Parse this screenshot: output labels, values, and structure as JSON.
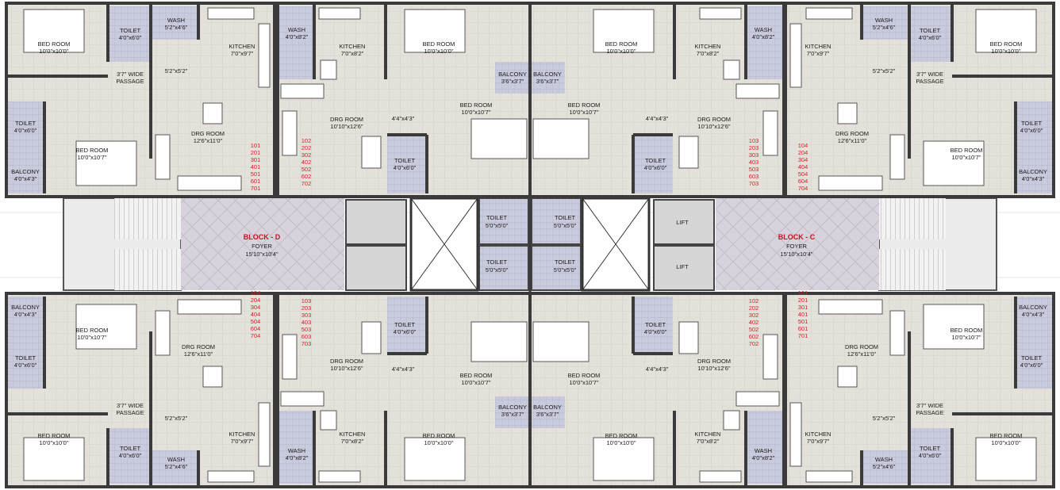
{
  "plan": {
    "blocks": [
      {
        "name": "BLOCK - D",
        "foyer": "FOYER",
        "foyer_size": "15'10\"x10'4\""
      },
      {
        "name": "BLOCK - C",
        "foyer": "FOYER",
        "foyer_size": "15'10\"x10'4\""
      }
    ],
    "lift_label": "LIFT",
    "unit_numbers": {
      "d_top_left": "101\n201\n301\n401\n501\n601\n701",
      "d_top_right": "102\n202\n302\n402\n502\n602\n702",
      "c_top_left": "103\n203\n303\n403\n503\n603\n703",
      "c_top_right": "104\n204\n304\n404\n504\n604\n704",
      "d_bot_left": "104\n204\n304\n404\n504\n604\n704",
      "d_bot_right": "103\n203\n303\n403\n503\n603\n703",
      "c_bot_left": "102\n202\n302\n402\n502\n602\n702",
      "c_bot_right": "101\n201\n301\n401\n501\n601\n701"
    },
    "rooms": [
      {
        "name": "BED ROOM",
        "size": "10'0\"x10'0\""
      },
      {
        "name": "TOILET",
        "size": "4'0\"x6'0\""
      },
      {
        "name": "WASH",
        "size": "5'2\"x4'6\""
      },
      {
        "name": "KITCHEN",
        "size": "7'0\"x9'7\""
      },
      {
        "name": "WASH",
        "size": "4'0\"x8'2\""
      },
      {
        "name": "KITCHEN",
        "size": "7'0\"x8'2\""
      },
      {
        "name": "BED ROOM",
        "size": "10'0\"x10'0\""
      },
      {
        "name": "BALCONY",
        "size": "3'6\"x3'7\""
      },
      {
        "name": "3'7\" WIDE",
        "size": "PASSAGE"
      },
      {
        "name": "5'2\"x5'2\"",
        "size": ""
      },
      {
        "name": "TOILET",
        "size": "4'0\"x6'0\""
      },
      {
        "name": "BED ROOM",
        "size": "10'0\"x10'7\""
      },
      {
        "name": "DRG ROOM",
        "size": "12'6\"x11'0\""
      },
      {
        "name": "DRG ROOM",
        "size": "10'10\"x12'6\""
      },
      {
        "name": "4'4\"x4'3\"",
        "size": ""
      },
      {
        "name": "BALCONY",
        "size": "4'0\"x4'3\""
      },
      {
        "name": "TOILET",
        "size": "4'0\"x6'0\""
      },
      {
        "name": "TOILET",
        "size": "5'0\"x5'0\""
      }
    ]
  }
}
